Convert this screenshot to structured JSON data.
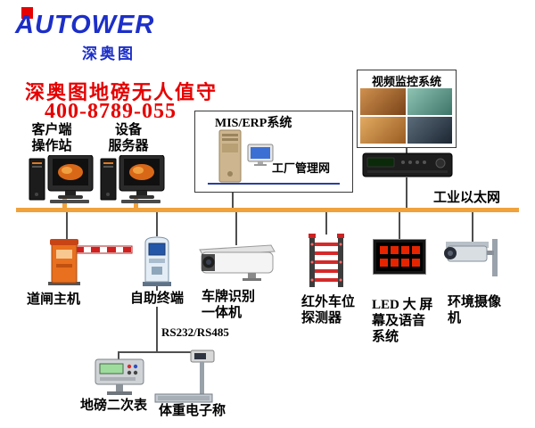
{
  "logo": {
    "brand": "AUTOWER",
    "brand_cn": "深奥图",
    "mark_icon": "red-square-mark"
  },
  "header": {
    "title": "深奥图地磅无人值守",
    "phone": "400-8789-055"
  },
  "colors": {
    "brand_blue": "#1c2fc8",
    "accent_red": "#e60000",
    "ethernet_orange": "#f0a23c"
  },
  "diagram": {
    "ethernet_label": "工业以太网",
    "nodes": {
      "client_station": {
        "label": "客户端\n操作站",
        "icon": "desktop-computer-icon"
      },
      "device_server": {
        "label": "设备\n服务器",
        "icon": "desktop-computer-icon"
      },
      "mis_erp": {
        "title": "MIS/ERP系统",
        "sub_label": "工厂管理网",
        "tower_icon": "server-tower-icon",
        "monitor_icon": "monitor-icon"
      },
      "video": {
        "title": "视频监控系统",
        "grid_icon": "camera-snapshots-icon",
        "dvr_icon": "dvr-recorder-icon"
      },
      "barrier": {
        "label": "道闸主机",
        "icon": "barrier-gate-icon"
      },
      "kiosk": {
        "label": "自助终端",
        "icon": "kiosk-terminal-icon"
      },
      "lpr": {
        "label": "车牌识别\n一体机",
        "icon": "lpr-camera-icon"
      },
      "infrared": {
        "label": "红外车位\n探测器",
        "icon": "infrared-detector-icon"
      },
      "led": {
        "label": "LED 大 屏\n幕及语音\n系统",
        "icon": "led-screen-icon"
      },
      "env_camera": {
        "label": "环境摄像\n机",
        "icon": "cctv-camera-icon"
      },
      "serial_bus": {
        "label": "RS232/RS485"
      },
      "indicator": {
        "label": "地磅二次表",
        "icon": "weighing-indicator-icon"
      },
      "scale": {
        "label": "体重电子称",
        "icon": "platform-scale-icon"
      }
    }
  }
}
